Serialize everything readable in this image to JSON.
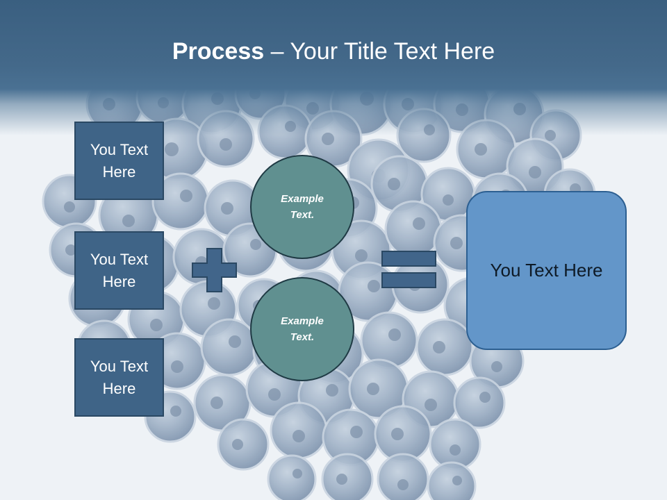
{
  "title": {
    "bold": "Process",
    "rest": " – Your Title Text Here"
  },
  "left_boxes": [
    "You Text Here",
    "You Text Here",
    "You Text Here"
  ],
  "circles": [
    [
      "Example",
      "Text."
    ],
    [
      "Example",
      "Text."
    ]
  ],
  "result": "You Text Here",
  "colors": {
    "title_bar": "#44698a",
    "box_fill": "#3f6487",
    "circle_fill": "#609090",
    "result_fill": "#6396c9",
    "symbol_fill": "#41658a"
  },
  "icons": [
    "plus-icon",
    "equals-icon"
  ]
}
